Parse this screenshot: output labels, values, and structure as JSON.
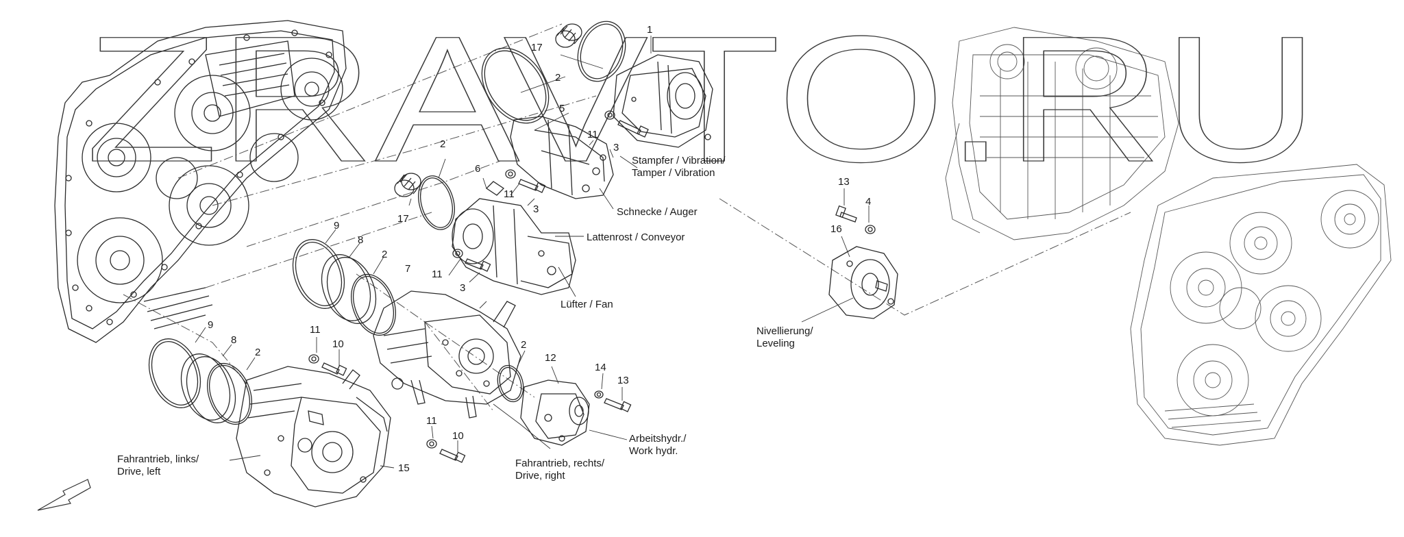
{
  "watermark": "ZRAVTO.RU",
  "page_marker": "",
  "callouts": {
    "n1": "1",
    "n2a": "2",
    "n2b": "2",
    "n2c": "2",
    "n2d": "2",
    "n2e": "2",
    "n3a": "3",
    "n3b": "3",
    "n3c": "3",
    "n4": "4",
    "n5": "5",
    "n6": "6",
    "n7": "7",
    "n8a": "8",
    "n8b": "8",
    "n9a": "9",
    "n9b": "9",
    "n10a": "10",
    "n10b": "10",
    "n11a": "11",
    "n11b": "11",
    "n11c": "11",
    "n11d": "11",
    "n11e": "11",
    "n12": "12",
    "n13a": "13",
    "n13b": "13",
    "n14": "14",
    "n15": "15",
    "n16": "16",
    "n17a": "17",
    "n17b": "17"
  },
  "labels": {
    "tamper_1": "Stampfer / Vibration/",
    "tamper_2": "Tamper / Vibration",
    "auger": "Schnecke / Auger",
    "conveyor": "Lattenrost / Conveyor",
    "fan": "Lüfter / Fan",
    "leveling_1": "Nivellierung/",
    "leveling_2": "Leveling",
    "work_1": "Arbeitshydr./",
    "work_2": "Work hydr.",
    "drive_right_1": "Fahrantrieb, rechts/",
    "drive_right_2": "Drive, right",
    "drive_left_1": "Fahrantrieb, links/",
    "drive_left_2": "Drive, left"
  }
}
